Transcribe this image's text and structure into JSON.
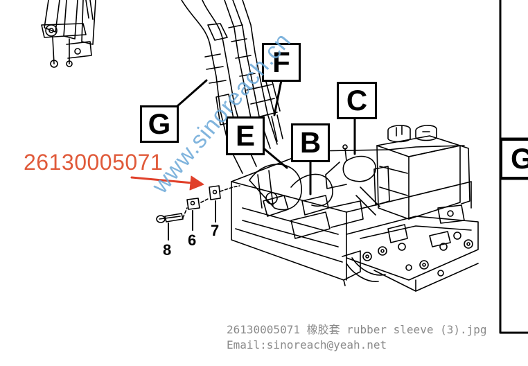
{
  "callouts": {
    "f": "F",
    "c": "C",
    "g_left": "G",
    "e": "E",
    "b": "B",
    "g_right": "G"
  },
  "part_numbers": {
    "n6": "6",
    "n7": "7",
    "n8": "8"
  },
  "part_label": "26130005071",
  "watermark": "www.sinoreach.cn",
  "caption": {
    "line1": "26130005071 橡胶套 rubber sleeve (3).jpg",
    "line2": "Email:sinoreach@yeah.net"
  },
  "colors": {
    "part_label": "#e05a3a",
    "arrow": "#e0402a",
    "watermark": "#6aa8d8",
    "caption": "#8a8a8a"
  }
}
